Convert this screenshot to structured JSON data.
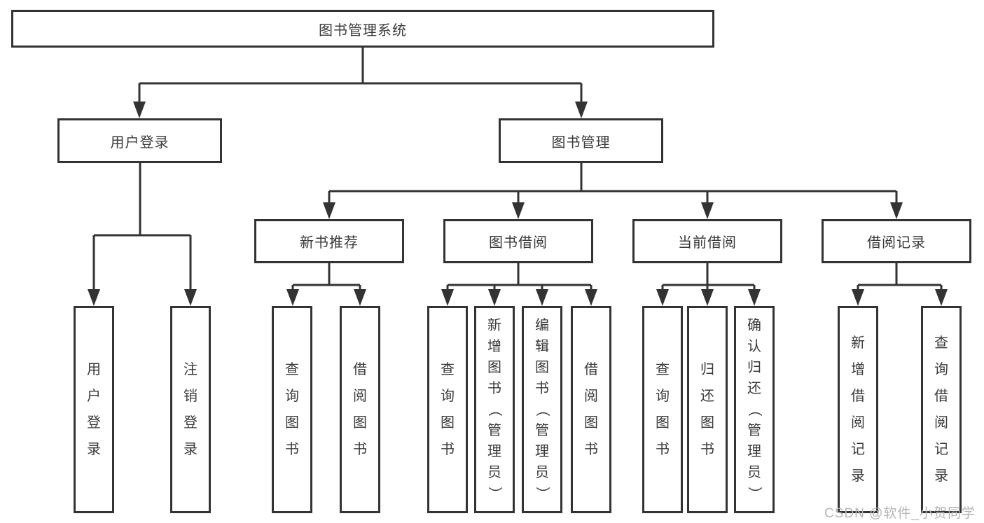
{
  "diagram": {
    "root": {
      "label": "图书管理系统"
    },
    "level2": [
      {
        "label": "用户登录"
      },
      {
        "label": "图书管理"
      }
    ],
    "level3": [
      {
        "label": "新书推荐"
      },
      {
        "label": "图书借阅"
      },
      {
        "label": "当前借阅"
      },
      {
        "label": "借阅记录"
      }
    ],
    "leaves": {
      "user_login": [
        "用户登录",
        "注销登录"
      ],
      "new_books": [
        "查询图书",
        "借阅图书"
      ],
      "book_borrow": [
        "查询图书",
        "新增图书（管理员）",
        "编辑图书（管理员）",
        "借阅图书"
      ],
      "current_borrow": [
        "查询图书",
        "归还图书",
        "确认归还（管理员）"
      ],
      "borrow_records": [
        "新增借阅记录",
        "查询借阅记录"
      ]
    },
    "watermark": "CSDN @软件_小贺同学",
    "colors": {
      "line": "#333333",
      "text": "#3a3a3a",
      "watermark": "#b5b5b5",
      "background": "#ffffff"
    }
  }
}
